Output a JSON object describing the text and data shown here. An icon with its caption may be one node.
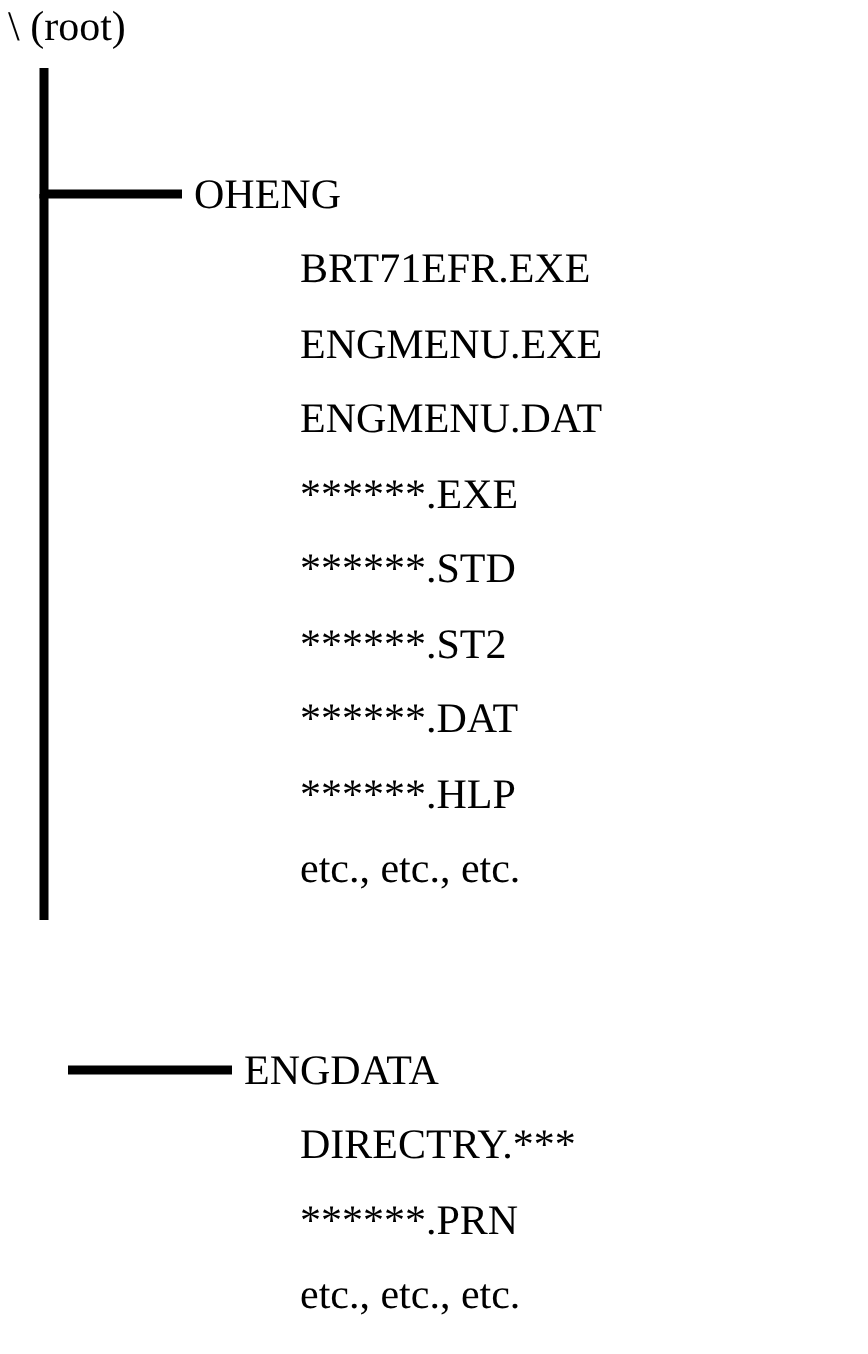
{
  "diagram": {
    "nodes": [
      {
        "text": [
          "\\ (root)"
        ]
      },
      {
        "text": [
          "OHENG"
        ]
      },
      {
        "text": [
          "ENGDATA"
        ]
      }
    ],
    "edges": [
      {
        "from": 0,
        "to": 1,
        "arrow": "none"
      },
      {
        "from": null,
        "to": 2,
        "arrow": "none"
      }
    ],
    "labels": [
      "BRT71EFR.EXE",
      "ENGMENU.EXE",
      "ENGMENU.DAT",
      "******.EXE",
      "******.STD",
      "******.ST2",
      "******.DAT",
      "******.HLP",
      "etc., etc., etc.",
      "DIRECTRY.***",
      "******.PRN",
      "etc., etc., etc."
    ]
  }
}
